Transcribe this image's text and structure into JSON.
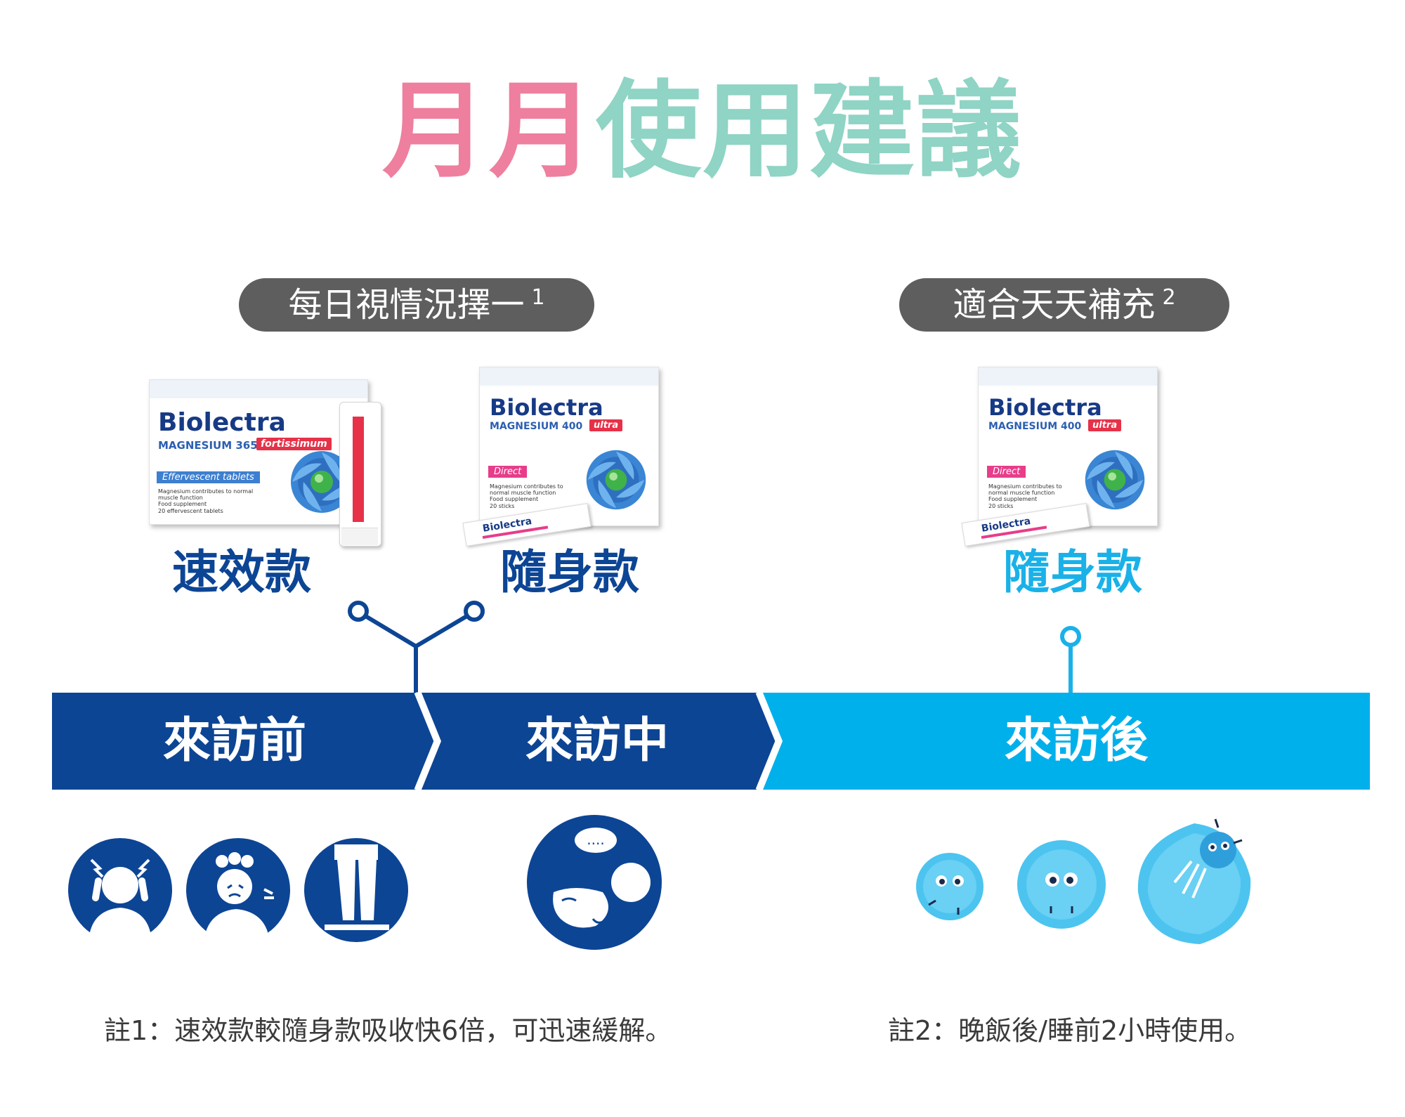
{
  "title": {
    "part1": "月月",
    "part2": "使用建議"
  },
  "colors": {
    "pink": "#ee7f9e",
    "teal": "#8fd4c5",
    "dark_blue": "#0d4595",
    "light_blue": "#00b0eb",
    "pill_gray": "#5e5e5e"
  },
  "pills": [
    {
      "text": "每日視情況擇一",
      "note": "1"
    },
    {
      "text": "適合天天補充",
      "note": "2"
    }
  ],
  "products": [
    {
      "label": "速效款",
      "brand": "Biolectra",
      "line": "MAGNESIUM 365",
      "tag": "fortissimum",
      "strip": "Effervescent tablets",
      "small": [
        "Magnesium contributes to normal",
        "muscle function",
        "Food supplement",
        "20 effervescent tablets"
      ]
    },
    {
      "label": "隨身款",
      "brand": "Biolectra",
      "line": "MAGNESIUM 400",
      "tag": "ultra",
      "strip": "Direct",
      "small": [
        "Magnesium contributes to",
        "normal muscle function",
        "Food supplement",
        "20 sticks"
      ]
    },
    {
      "label": "隨身款",
      "brand": "Biolectra",
      "line": "MAGNESIUM 400",
      "tag": "ultra",
      "strip": "Direct",
      "small": [
        "Magnesium contributes to",
        "normal muscle function",
        "Food supplement",
        "20 sticks"
      ]
    }
  ],
  "timeline": [
    {
      "label": "來訪前"
    },
    {
      "label": "來訪中"
    },
    {
      "label": "來訪後"
    }
  ],
  "icons": [
    "headache-icon",
    "irritated-person-icon",
    "swollen-legs-icon",
    "cramp-pain-icon",
    "small-magnesium-ball-icon",
    "medium-magnesium-ball-icon",
    "bursting-magnesium-ball-icon"
  ],
  "notes": [
    "註1：速效款較隨身款吸收快6倍，可迅速緩解。",
    "註2：晚飯後/睡前2小時使用。"
  ]
}
